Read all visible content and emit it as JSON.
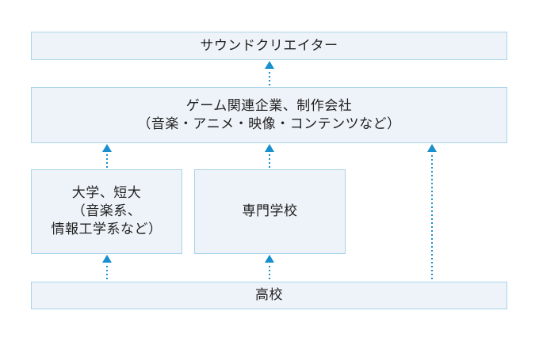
{
  "diagram": {
    "creator": "サウンドクリエイター",
    "company": {
      "line1": "ゲーム関連企業、制作会社",
      "line2": "（音楽・アニメ・映像・コンテンツなど）"
    },
    "university": {
      "line1": "大学、短大",
      "line2": "（音楽系、",
      "line3": "情報工学系など）"
    },
    "vocational_school": "専門学校",
    "high_school": "高校"
  },
  "colors": {
    "box_fill": "#eef3f9",
    "box_border": "#a9d3ea",
    "arrow": "#1a8fce",
    "text": "#222222"
  }
}
